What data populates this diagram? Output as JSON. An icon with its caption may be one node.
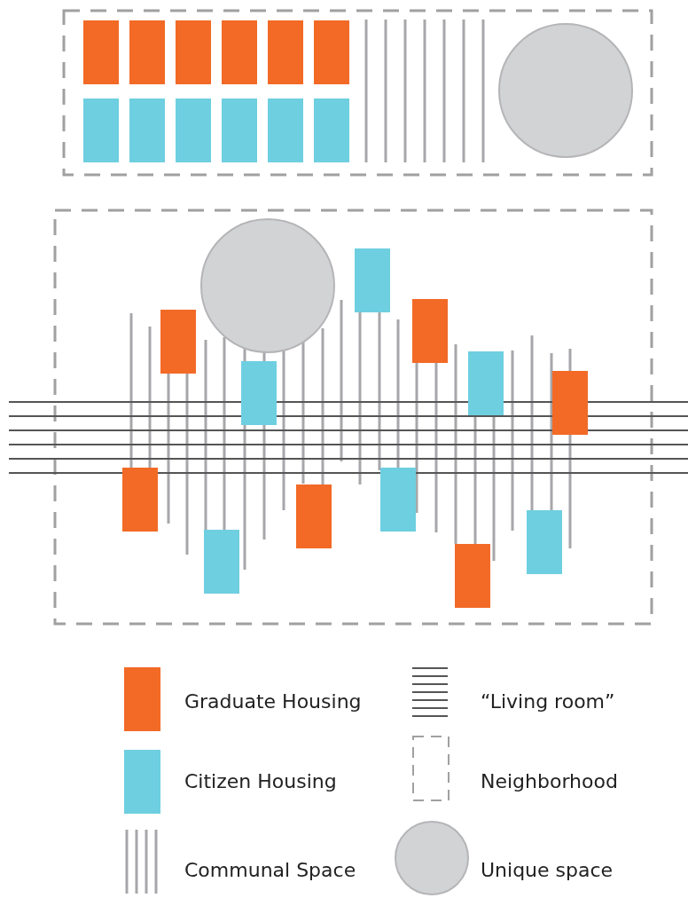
{
  "diagram": {
    "legend": [
      {
        "text": "Graduate Housing",
        "color": "#f26a26"
      },
      {
        "text": "Citizen Housing",
        "color": "#6ecfe0"
      },
      {
        "text": "Communal Space"
      },
      {
        "text": "“Living room”"
      },
      {
        "text": "Neighborhood"
      },
      {
        "text": "Unique space"
      }
    ]
  }
}
